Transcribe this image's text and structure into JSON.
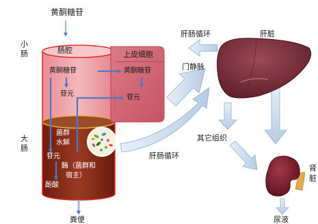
{
  "labels": {
    "input_top": "黄酮糖苷",
    "small_intestine": "小肠",
    "large_intestine": "大肠",
    "gut_lumen": "肠腔",
    "epithelial": "上皮细胞",
    "flav_glyc_lumen": "黄酮糖苷",
    "flav_glyc_epi": "黄酮糖苷",
    "aglycone_lumen": "苷元",
    "aglycone_epi": "苷元",
    "hydrolysis_line1": "菌群",
    "hydrolysis_line2": "水解",
    "aglycone_colon": "苷元",
    "enzyme_line1": "酶（菌群和",
    "enzyme_line2": "宿主）",
    "phenolic_acid": "酚酸",
    "feces": "粪便",
    "enterohepatic_top": "肝肠循环",
    "enterohepatic_bottom": "肝肠循环",
    "portal_vein": "门静脉",
    "liver": "肝脏",
    "other_tissues": "其它组织",
    "kidney_line1": "肾",
    "kidney_line2": "脏",
    "urine": "尿液"
  },
  "colors": {
    "gut_tube_fill": "#efa3a8",
    "colon_fill": "#8a2616",
    "epithelium_fill": "#d66a78",
    "tube_outline": "#e22a2a",
    "arrow_blue": "#4f79c4",
    "pale_arrow": "#c5d6ea",
    "liver_fill": "#7a2b3a",
    "kidney_fill": "#7d1e2e",
    "ureter_fill": "#e3a84c"
  }
}
